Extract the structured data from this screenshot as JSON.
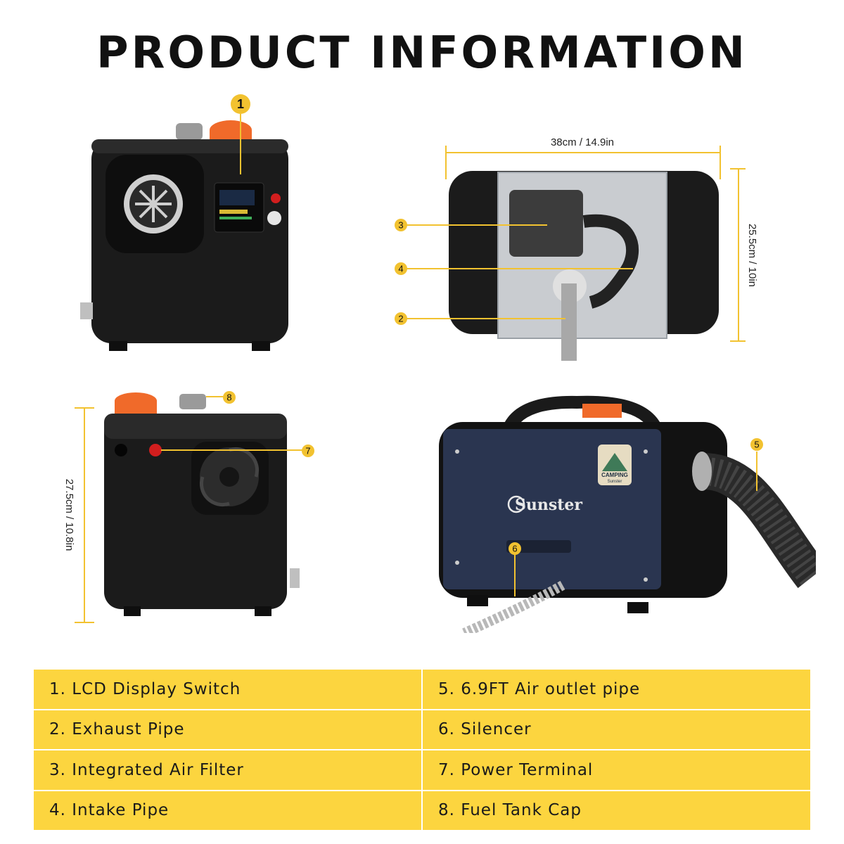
{
  "title": "PRODUCT INFORMATION",
  "colors": {
    "accent": "#fcd53f",
    "callout": "#f2c230",
    "body_black": "#1b1b1b",
    "navy_panel": "#2a3550",
    "orange_cap": "#f06a2a"
  },
  "dimensions": {
    "width": "38cm / 14.9in",
    "depth": "25.5cm / 10in",
    "height": "27.5cm / 10.8in"
  },
  "brand": {
    "name": "Sunster",
    "badge_text": "CAMPING",
    "badge_sub": "Sunster"
  },
  "callouts": [
    "1",
    "2",
    "3",
    "4",
    "5",
    "6",
    "7",
    "8"
  ],
  "legend": [
    {
      "text": "1. LCD Display Switch"
    },
    {
      "text": "5. 6.9FT Air outlet pipe"
    },
    {
      "text": "2. Exhaust Pipe"
    },
    {
      "text": "6. Silencer"
    },
    {
      "text": "3. Integrated Air Filter"
    },
    {
      "text": "7. Power Terminal"
    },
    {
      "text": "4. Intake Pipe"
    },
    {
      "text": "8. Fuel Tank Cap"
    }
  ]
}
